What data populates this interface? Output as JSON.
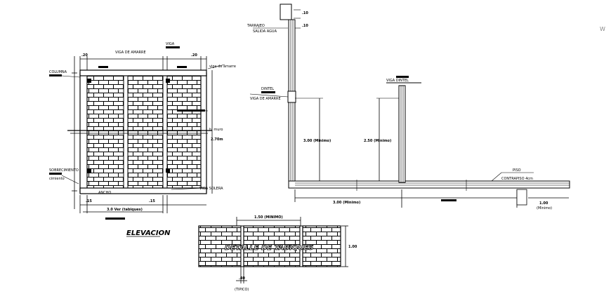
{
  "drawing": {
    "elevation_title": "ELEVACION",
    "detail_title": "DETALLE DE TABIQUES",
    "watermark": "W",
    "elevation": {
      "top_dim_left": ".20",
      "top_dim_right": ".20",
      "top_note": "VIGA DE AMARRE",
      "top_note2": "VIGA",
      "left_note_top": "COLUMNA",
      "left_note_bottom": "SOBRECIMIENTO",
      "left_note_bottom2": "cimiento",
      "right_note_top": "viga de amarre ",
      "right_note_mid1": "h. muro",
      "right_note_mid2": "2.70m",
      "right_note_bottom": "VIGA SOLERA",
      "bottom_dim": "3.0 Ver (tabiques)",
      "bottom_left_small": ".15",
      "bottom_right_small": ".15",
      "bottom_label": "ANCHO"
    },
    "detail": {
      "top_dim": "1.50 (MINIMO)",
      "right_dim": "1.00",
      "bottom_dim": ".40",
      "bottom_label": "(TIPICO)"
    },
    "section": {
      "top_dim_1": ".10",
      "top_dim_2": ".10",
      "top_note": "TARRAJEO",
      "top_note2": "SALIDA AGUA",
      "left_label": "DINTEL",
      "left_sub": "VIGA DE AMARRE",
      "height_left": "3.00 (Minimo)",
      "height_mid": "2.50 (Minimo)",
      "mid_label": "VIGA DINTEL",
      "bottom_dim_left": "3.00 (Minimo)",
      "bottom_dim_right": "1.00",
      "bottom_dim_right2": "(Minimo)",
      "right_note": "PISO",
      "right_note2": "CONTRAPISO 4cm"
    }
  }
}
